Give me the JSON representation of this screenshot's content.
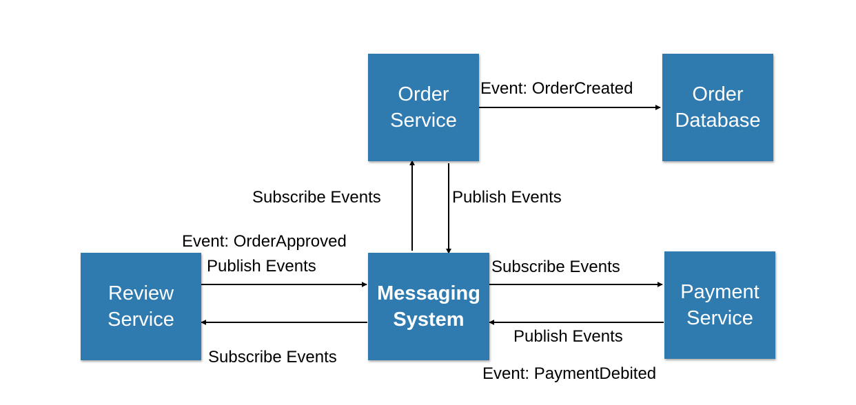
{
  "colors": {
    "node_fill": "#2F7BB0",
    "node_text": "#FFFFFF",
    "edge": "#000000",
    "background": "#FFFFFF"
  },
  "nodes": {
    "order_service": {
      "label": "Order\nService"
    },
    "order_database": {
      "label": "Order\nDatabase"
    },
    "messaging_system": {
      "label": "Messaging\nSystem"
    },
    "review_service": {
      "label": "Review\nService"
    },
    "payment_service": {
      "label": "Payment\nService"
    }
  },
  "edges": {
    "order_to_database": {
      "label": "Event: OrderCreated"
    },
    "messaging_to_order": {
      "label": "Subscribe Events"
    },
    "order_to_messaging": {
      "label": "Publish Events"
    },
    "review_to_messaging": {
      "label": "Publish Events",
      "event": "Event: OrderApproved"
    },
    "messaging_to_review": {
      "label": "Subscribe Events"
    },
    "messaging_to_payment": {
      "label": "Subscribe Events"
    },
    "payment_to_messaging": {
      "label": "Publish Events",
      "event": "Event: PaymentDebited"
    }
  }
}
